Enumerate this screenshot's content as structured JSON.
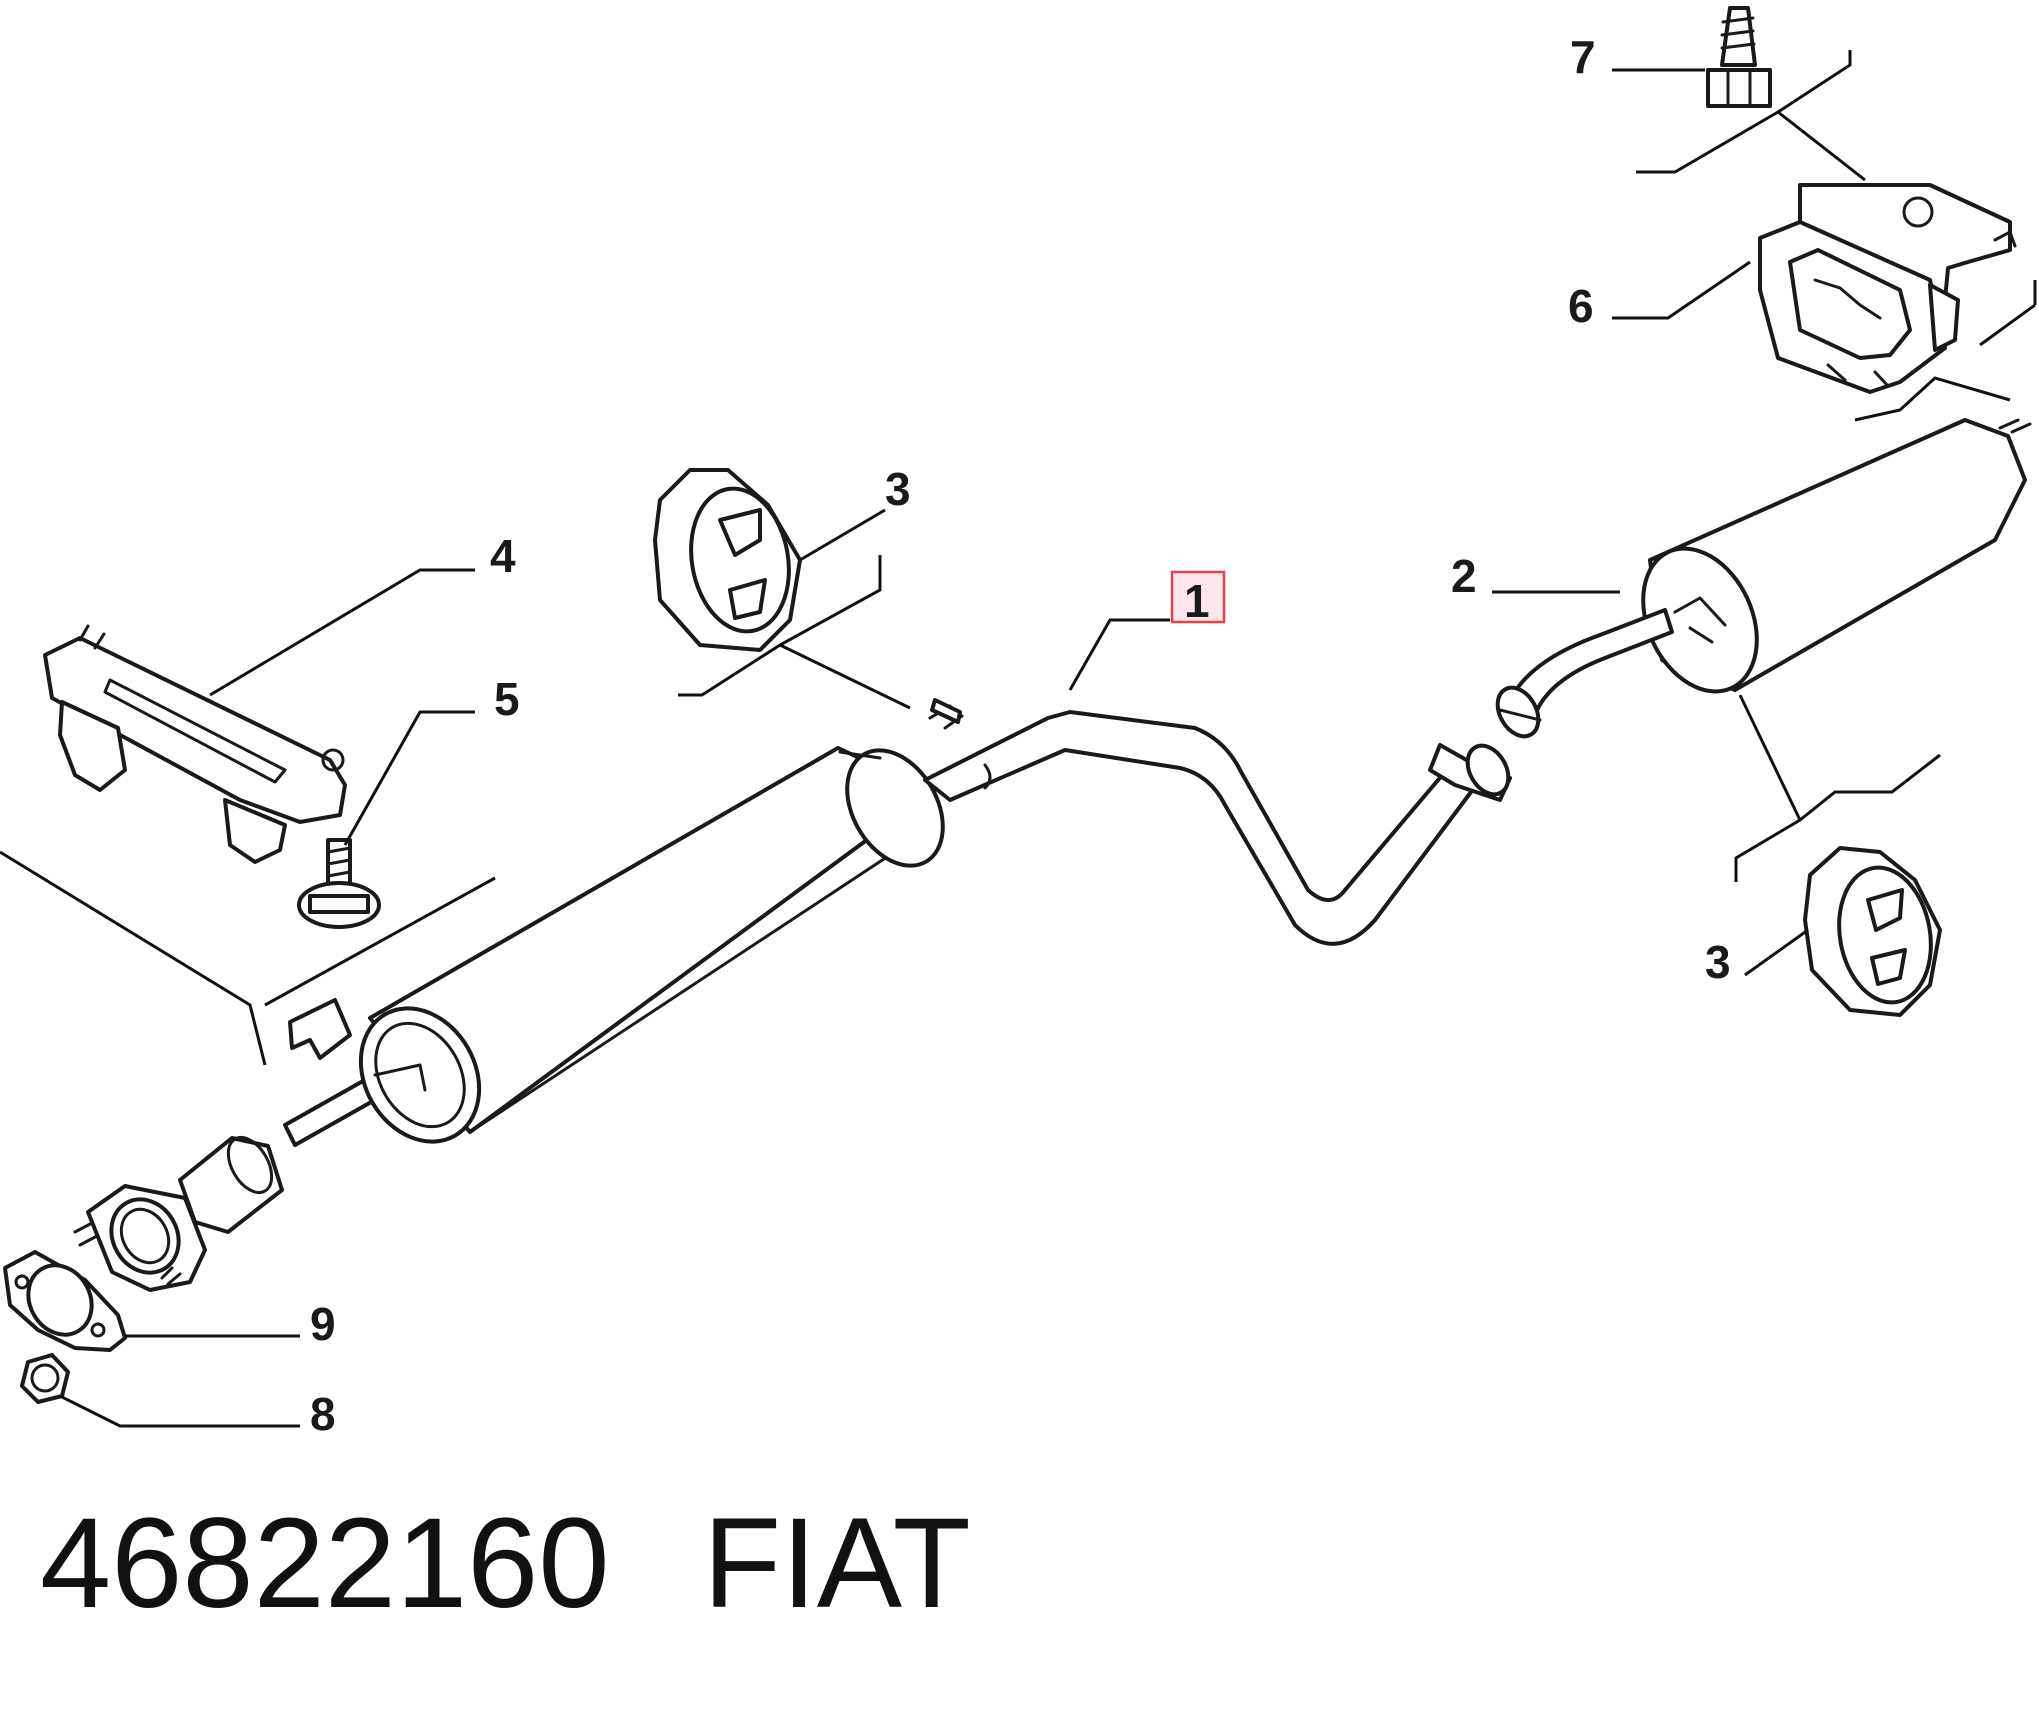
{
  "callouts": {
    "c1": "1",
    "c2": "2",
    "c3_top": "3",
    "c3_bottom": "3",
    "c4": "4",
    "c5": "5",
    "c6": "6",
    "c7": "7",
    "c8": "8",
    "c9": "9"
  },
  "highlight": {
    "callout": "1",
    "fill": "#fde7ec",
    "stroke": "#e0424f"
  },
  "footer": {
    "part_number": "46822160",
    "brand": "FIAT"
  }
}
